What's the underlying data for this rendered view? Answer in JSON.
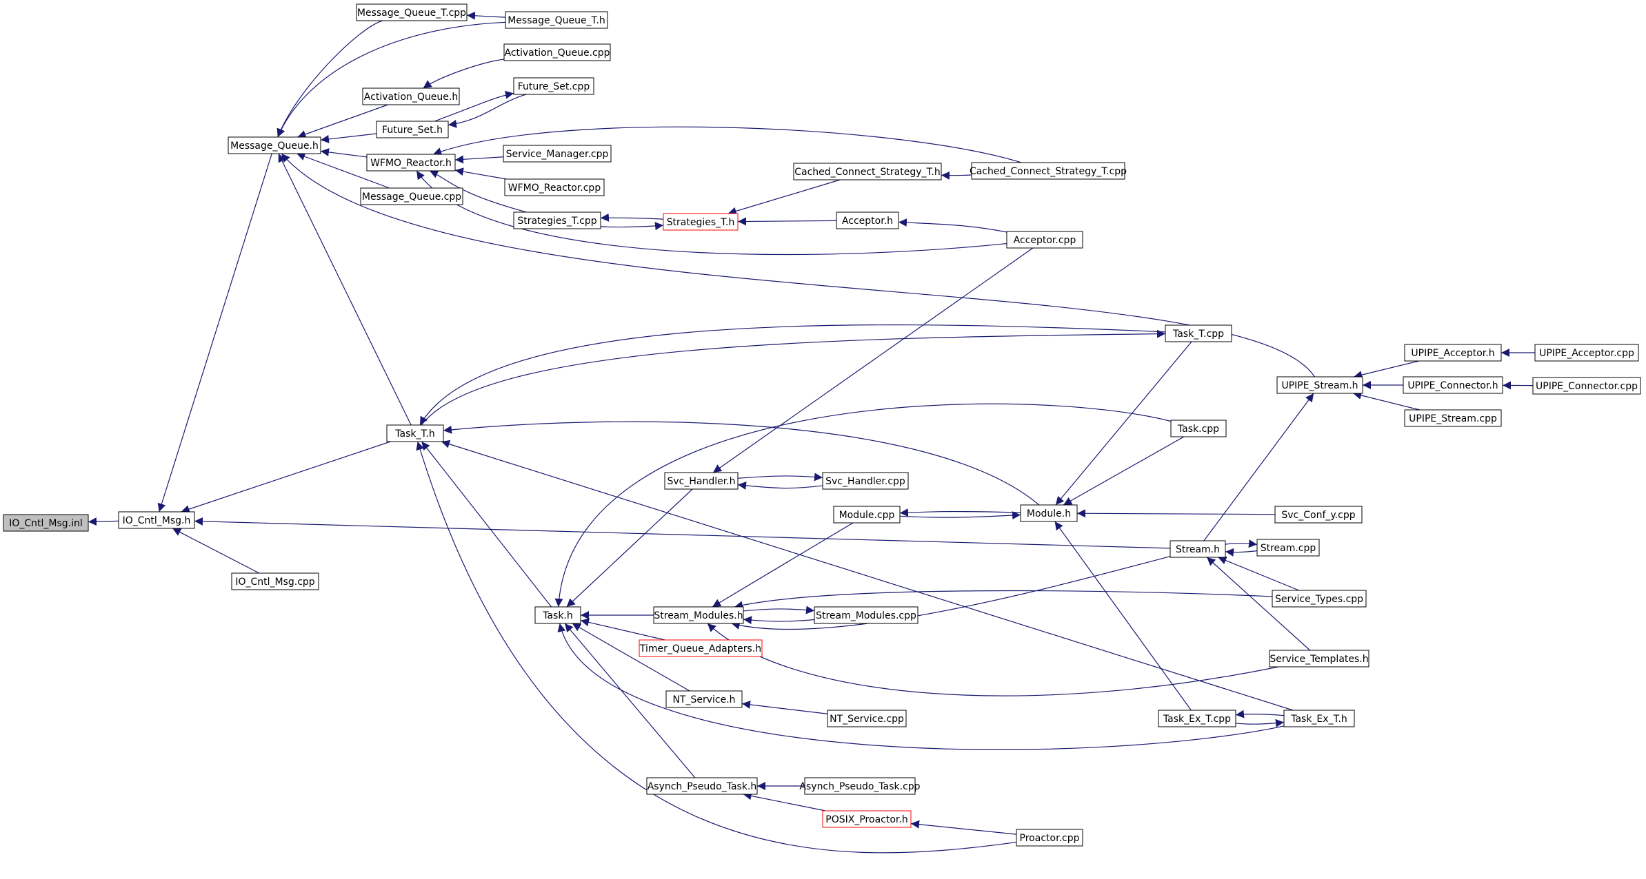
{
  "diagram": {
    "type": "include-dependency-graph",
    "colors": {
      "edge": "#191970",
      "node_border": "#000000",
      "node_fill": "#ffffff",
      "focus_fill": "#bfbfbf",
      "truncated_border": "#ff0000",
      "text": "#000000"
    },
    "nodes": [
      {
        "id": "io_cntl_msg_inl",
        "label": "IO_Cntl_Msg.inl",
        "style": "focus"
      },
      {
        "id": "io_cntl_msg_h",
        "label": "IO_Cntl_Msg.h",
        "style": "normal"
      },
      {
        "id": "io_cntl_msg_cpp",
        "label": "IO_Cntl_Msg.cpp",
        "style": "normal"
      },
      {
        "id": "message_queue_h",
        "label": "Message_Queue.h",
        "style": "normal"
      },
      {
        "id": "message_queue_t_cpp",
        "label": "Message_Queue_T.cpp",
        "style": "normal"
      },
      {
        "id": "message_queue_t_h",
        "label": "Message_Queue_T.h",
        "style": "normal"
      },
      {
        "id": "activation_queue_cpp",
        "label": "Activation_Queue.cpp",
        "style": "normal"
      },
      {
        "id": "activation_queue_h",
        "label": "Activation_Queue.h",
        "style": "normal"
      },
      {
        "id": "future_set_cpp",
        "label": "Future_Set.cpp",
        "style": "normal"
      },
      {
        "id": "future_set_h",
        "label": "Future_Set.h",
        "style": "normal"
      },
      {
        "id": "wfmo_reactor_h",
        "label": "WFMO_Reactor.h",
        "style": "normal"
      },
      {
        "id": "service_manager_cpp",
        "label": "Service_Manager.cpp",
        "style": "normal"
      },
      {
        "id": "wfmo_reactor_cpp",
        "label": "WFMO_Reactor.cpp",
        "style": "normal"
      },
      {
        "id": "message_queue_cpp",
        "label": "Message_Queue.cpp",
        "style": "normal"
      },
      {
        "id": "cached_connect_strategy_t_h",
        "label": "Cached_Connect_Strategy_T.h",
        "style": "normal"
      },
      {
        "id": "cached_connect_strategy_t_cpp",
        "label": "Cached_Connect_Strategy_T.cpp",
        "style": "normal"
      },
      {
        "id": "strategies_t_cpp",
        "label": "Strategies_T.cpp",
        "style": "normal"
      },
      {
        "id": "strategies_t_h",
        "label": "Strategies_T.h",
        "style": "truncated"
      },
      {
        "id": "acceptor_h",
        "label": "Acceptor.h",
        "style": "normal"
      },
      {
        "id": "acceptor_cpp",
        "label": "Acceptor.cpp",
        "style": "normal"
      },
      {
        "id": "task_t_cpp",
        "label": "Task_T.cpp",
        "style": "normal"
      },
      {
        "id": "task_t_h",
        "label": "Task_T.h",
        "style": "normal"
      },
      {
        "id": "task_cpp",
        "label": "Task.cpp",
        "style": "normal"
      },
      {
        "id": "upipe_stream_h",
        "label": "UPIPE_Stream.h",
        "style": "normal"
      },
      {
        "id": "upipe_acceptor_h",
        "label": "UPIPE_Acceptor.h",
        "style": "normal"
      },
      {
        "id": "upipe_acceptor_cpp",
        "label": "UPIPE_Acceptor.cpp",
        "style": "normal"
      },
      {
        "id": "upipe_connector_h",
        "label": "UPIPE_Connector.h",
        "style": "normal"
      },
      {
        "id": "upipe_connector_cpp",
        "label": "UPIPE_Connector.cpp",
        "style": "normal"
      },
      {
        "id": "upipe_stream_cpp",
        "label": "UPIPE_Stream.cpp",
        "style": "normal"
      },
      {
        "id": "svc_handler_h",
        "label": "Svc_Handler.h",
        "style": "normal"
      },
      {
        "id": "svc_handler_cpp",
        "label": "Svc_Handler.cpp",
        "style": "normal"
      },
      {
        "id": "module_cpp",
        "label": "Module.cpp",
        "style": "normal"
      },
      {
        "id": "module_h",
        "label": "Module.h",
        "style": "normal"
      },
      {
        "id": "svc_conf_y_cpp",
        "label": "Svc_Conf_y.cpp",
        "style": "normal"
      },
      {
        "id": "stream_h",
        "label": "Stream.h",
        "style": "normal"
      },
      {
        "id": "stream_cpp",
        "label": "Stream.cpp",
        "style": "normal"
      },
      {
        "id": "task_h",
        "label": "Task.h",
        "style": "normal"
      },
      {
        "id": "stream_modules_h",
        "label": "Stream_Modules.h",
        "style": "normal"
      },
      {
        "id": "stream_modules_cpp",
        "label": "Stream_Modules.cpp",
        "style": "normal"
      },
      {
        "id": "service_types_cpp",
        "label": "Service_Types.cpp",
        "style": "normal"
      },
      {
        "id": "timer_queue_adapters_h",
        "label": "Timer_Queue_Adapters.h",
        "style": "truncated"
      },
      {
        "id": "service_templates_h",
        "label": "Service_Templates.h",
        "style": "normal"
      },
      {
        "id": "nt_service_h",
        "label": "NT_Service.h",
        "style": "normal"
      },
      {
        "id": "nt_service_cpp",
        "label": "NT_Service.cpp",
        "style": "normal"
      },
      {
        "id": "task_ex_t_cpp",
        "label": "Task_Ex_T.cpp",
        "style": "normal"
      },
      {
        "id": "task_ex_t_h",
        "label": "Task_Ex_T.h",
        "style": "normal"
      },
      {
        "id": "asynch_pseudo_task_h",
        "label": "Asynch_Pseudo_Task.h",
        "style": "normal"
      },
      {
        "id": "asynch_pseudo_task_cpp",
        "label": "Asynch_Pseudo_Task.cpp",
        "style": "normal"
      },
      {
        "id": "posix_proactor_h",
        "label": "POSIX_Proactor.h",
        "style": "truncated"
      },
      {
        "id": "proactor_cpp",
        "label": "Proactor.cpp",
        "style": "normal"
      }
    ],
    "edges": [
      {
        "from": "io_cntl_msg_h",
        "to": "io_cntl_msg_inl"
      },
      {
        "from": "io_cntl_msg_cpp",
        "to": "io_cntl_msg_h"
      },
      {
        "from": "message_queue_h",
        "to": "io_cntl_msg_h"
      },
      {
        "from": "task_t_h",
        "to": "io_cntl_msg_h"
      },
      {
        "from": "stream_h",
        "to": "io_cntl_msg_h"
      },
      {
        "from": "message_queue_t_cpp",
        "to": "message_queue_h"
      },
      {
        "from": "message_queue_t_h",
        "to": "message_queue_h"
      },
      {
        "from": "activation_queue_h",
        "to": "message_queue_h"
      },
      {
        "from": "future_set_h",
        "to": "message_queue_h"
      },
      {
        "from": "wfmo_reactor_h",
        "to": "message_queue_h"
      },
      {
        "from": "message_queue_cpp",
        "to": "message_queue_h"
      },
      {
        "from": "upipe_stream_h",
        "to": "message_queue_h"
      },
      {
        "from": "task_t_h",
        "to": "message_queue_h"
      },
      {
        "from": "message_queue_t_h",
        "to": "message_queue_t_cpp"
      },
      {
        "from": "activation_queue_cpp",
        "to": "activation_queue_h"
      },
      {
        "from": "future_set_cpp",
        "to": "future_set_h"
      },
      {
        "from": "future_set_h",
        "to": "future_set_cpp"
      },
      {
        "from": "service_manager_cpp",
        "to": "wfmo_reactor_h"
      },
      {
        "from": "wfmo_reactor_cpp",
        "to": "wfmo_reactor_h"
      },
      {
        "from": "cached_connect_strategy_t_cpp",
        "to": "wfmo_reactor_h"
      },
      {
        "from": "strategies_t_cpp",
        "to": "wfmo_reactor_h"
      },
      {
        "from": "acceptor_cpp",
        "to": "wfmo_reactor_h"
      },
      {
        "from": "cached_connect_strategy_t_cpp",
        "to": "cached_connect_strategy_t_h"
      },
      {
        "from": "cached_connect_strategy_t_h",
        "to": "strategies_t_h"
      },
      {
        "from": "acceptor_h",
        "to": "strategies_t_h"
      },
      {
        "from": "strategies_t_cpp",
        "to": "strategies_t_h"
      },
      {
        "from": "strategies_t_h",
        "to": "strategies_t_cpp"
      },
      {
        "from": "acceptor_cpp",
        "to": "acceptor_h"
      },
      {
        "from": "acceptor_cpp",
        "to": "svc_handler_h"
      },
      {
        "from": "task_t_cpp",
        "to": "task_t_h"
      },
      {
        "from": "task_t_h",
        "to": "task_t_cpp"
      },
      {
        "from": "module_h",
        "to": "task_t_h"
      },
      {
        "from": "task_h",
        "to": "task_t_h"
      },
      {
        "from": "task_ex_t_h",
        "to": "task_t_h"
      },
      {
        "from": "upipe_acceptor_h",
        "to": "upipe_stream_h"
      },
      {
        "from": "upipe_connector_h",
        "to": "upipe_stream_h"
      },
      {
        "from": "upipe_stream_cpp",
        "to": "upipe_stream_h"
      },
      {
        "from": "upipe_acceptor_cpp",
        "to": "upipe_acceptor_h"
      },
      {
        "from": "upipe_connector_cpp",
        "to": "upipe_connector_h"
      },
      {
        "from": "svc_handler_cpp",
        "to": "svc_handler_h"
      },
      {
        "from": "svc_handler_h",
        "to": "svc_handler_cpp"
      },
      {
        "from": "module_h",
        "to": "module_cpp"
      },
      {
        "from": "module_cpp",
        "to": "module_h"
      },
      {
        "from": "task_t_cpp",
        "to": "module_h"
      },
      {
        "from": "task_cpp",
        "to": "module_h"
      },
      {
        "from": "svc_conf_y_cpp",
        "to": "module_h"
      },
      {
        "from": "task_ex_t_cpp",
        "to": "module_h"
      },
      {
        "from": "stream_cpp",
        "to": "stream_h"
      },
      {
        "from": "stream_h",
        "to": "stream_cpp"
      },
      {
        "from": "service_types_cpp",
        "to": "stream_h"
      },
      {
        "from": "service_templates_h",
        "to": "stream_h"
      },
      {
        "from": "stream_h",
        "to": "upipe_stream_h"
      },
      {
        "from": "stream_modules_h",
        "to": "task_h"
      },
      {
        "from": "timer_queue_adapters_h",
        "to": "task_h"
      },
      {
        "from": "nt_service_h",
        "to": "task_h"
      },
      {
        "from": "asynch_pseudo_task_h",
        "to": "task_h"
      },
      {
        "from": "task_cpp",
        "to": "task_h"
      },
      {
        "from": "svc_handler_h",
        "to": "task_h"
      },
      {
        "from": "task_ex_t_h",
        "to": "task_h"
      },
      {
        "from": "stream_modules_cpp",
        "to": "stream_modules_h"
      },
      {
        "from": "stream_modules_h",
        "to": "stream_modules_cpp"
      },
      {
        "from": "stream_h",
        "to": "stream_modules_h"
      },
      {
        "from": "service_types_cpp",
        "to": "stream_modules_h"
      },
      {
        "from": "service_templates_h",
        "to": "stream_modules_h"
      },
      {
        "from": "module_cpp",
        "to": "stream_modules_h"
      },
      {
        "from": "nt_service_cpp",
        "to": "nt_service_h"
      },
      {
        "from": "task_ex_t_h",
        "to": "task_ex_t_cpp"
      },
      {
        "from": "task_ex_t_cpp",
        "to": "task_ex_t_h"
      },
      {
        "from": "asynch_pseudo_task_cpp",
        "to": "asynch_pseudo_task_h"
      },
      {
        "from": "posix_proactor_h",
        "to": "asynch_pseudo_task_h"
      },
      {
        "from": "proactor_cpp",
        "to": "posix_proactor_h"
      },
      {
        "from": "proactor_cpp",
        "to": "task_t_h"
      }
    ]
  }
}
